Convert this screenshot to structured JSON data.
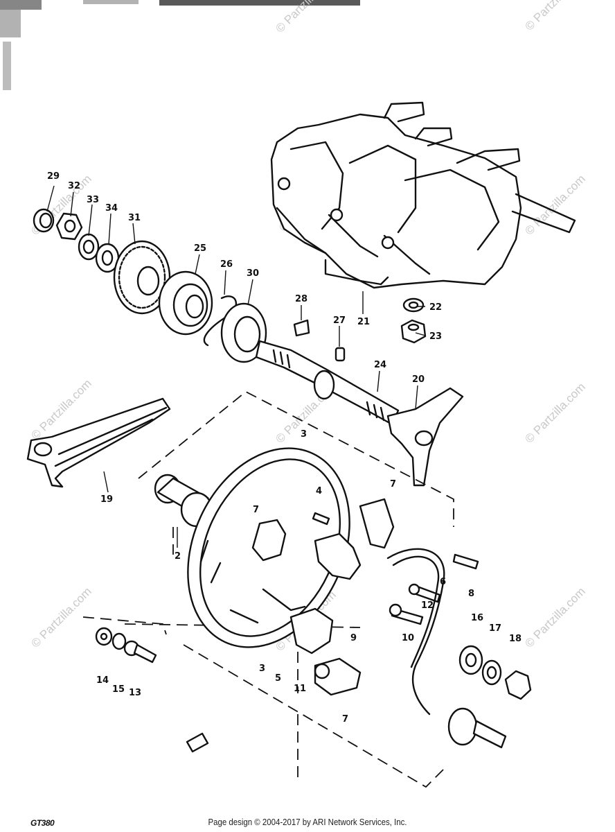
{
  "model_code": "GT380",
  "copyright": "Page design © 2004-2017 by ARI Network Services, Inc.",
  "watermark": "© Partzilla.com",
  "callouts": {
    "c2": "2",
    "c3a": "3",
    "c3b": "3",
    "c4": "4",
    "c5": "5",
    "c6": "6",
    "c7a": "7",
    "c7b": "7",
    "c7c": "7",
    "c8": "8",
    "c9": "9",
    "c10": "10",
    "c11": "11",
    "c12": "12",
    "c13": "13",
    "c14": "14",
    "c15": "15",
    "c16": "16",
    "c17": "17",
    "c18": "18",
    "c19": "19",
    "c20": "20",
    "c21": "21",
    "c22": "22",
    "c23": "23",
    "c24": "24",
    "c25": "25",
    "c26": "26",
    "c27": "27",
    "c28": "28",
    "c29": "29",
    "c30": "30",
    "c31": "31",
    "c32": "32",
    "c33": "33",
    "c34": "34"
  },
  "colors": {
    "ink": "#111111",
    "watermark": "#c9c9c9",
    "background": "#ffffff"
  }
}
